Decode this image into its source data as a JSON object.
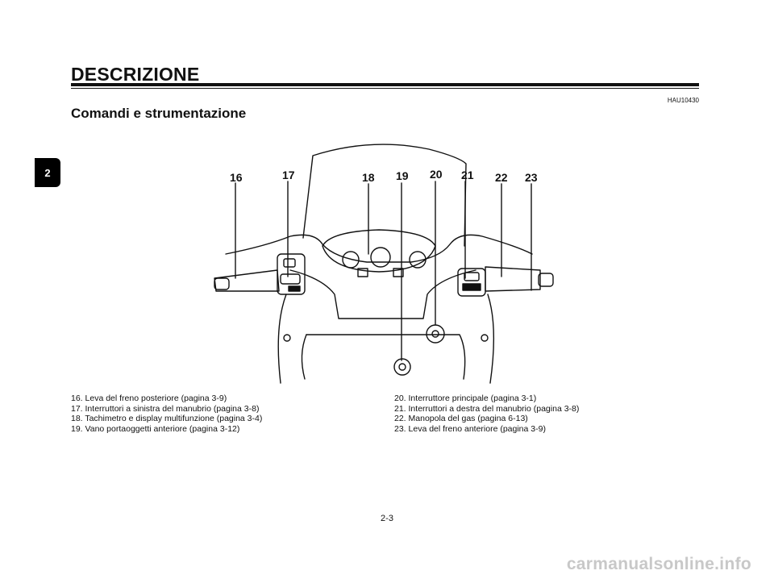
{
  "header": {
    "section_title": "DESCRIZIONE",
    "code": "HAU10430"
  },
  "subtitle": "Comandi e strumentazione",
  "chapter_tab": "2",
  "callouts": [
    "16",
    "17",
    "18",
    "19",
    "20",
    "21",
    "22",
    "23"
  ],
  "captions_left": [
    "16. Leva del freno posteriore (pagina 3-9)",
    "17. Interruttori a sinistra del manubrio (pagina 3-8)",
    "18. Tachimetro e display multifunzione (pagina 3-4)",
    "19. Vano portaoggetti anteriore (pagina 3-12)"
  ],
  "captions_right": [
    "20. Interruttore principale (pagina 3-1)",
    "21. Interruttori a destra del manubrio (pagina 3-8)",
    "22. Manopola del gas (pagina 6-13)",
    "23. Leva del freno anteriore (pagina 3-9)"
  ],
  "page_number": "2-3",
  "watermark": "carmanualsonline.info"
}
